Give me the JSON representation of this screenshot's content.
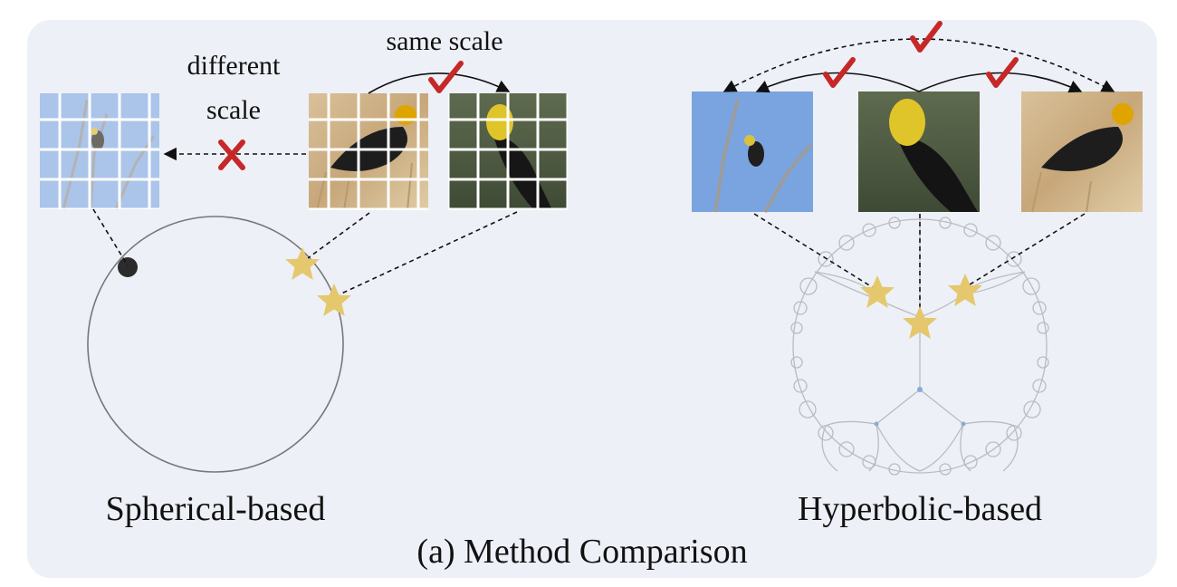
{
  "caption": "(a) Method Comparison",
  "left_panel": {
    "label": "Spherical-based",
    "different_scale_line1": "different",
    "different_scale_line2": "scale",
    "same_scale": "same scale"
  },
  "right_panel": {
    "label": "Hyperbolic-based"
  },
  "colors": {
    "panel_bg": "#eef0f7",
    "star": "#e5c86d",
    "check": "#c62828",
    "cross": "#c62828",
    "circle": "#777777",
    "disk_lines": "#b9bcc2",
    "dot": "#2b2b2b"
  },
  "icons": [
    "star-icon",
    "check-icon",
    "cross-icon"
  ]
}
